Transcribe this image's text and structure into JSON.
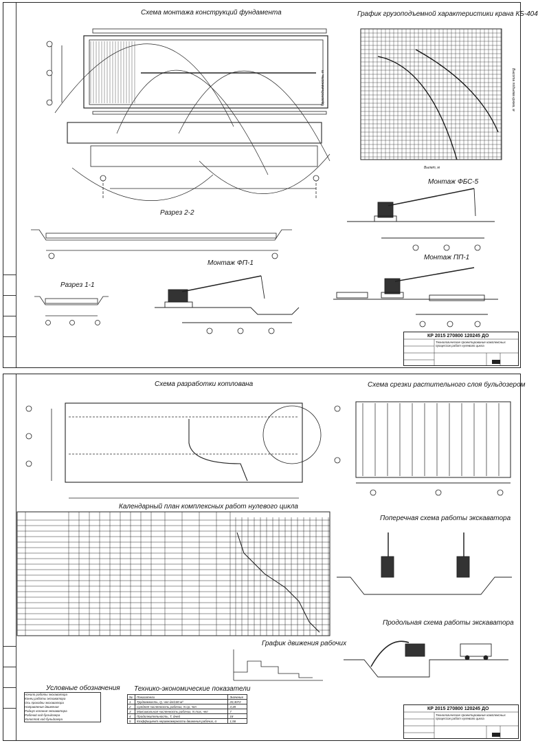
{
  "sheet1": {
    "titles": {
      "foundation_scheme": "Схема монтажа конструкций фундамента",
      "crane_chart": "График грузоподъемной характеристики крана КБ-404",
      "section_2_2": "Разрез 2-2",
      "mount_fp1": "Монтаж ФП-1",
      "section_1_1": "Разрез 1-1",
      "mount_fbs5": "Монтаж ФБС-5",
      "mount_pp1": "Монтаж ПП-1"
    },
    "crane_axes": {
      "x_label": "Вылет, м",
      "y_left_label": "Грузоподъемность, т",
      "y_right_label": "Высота подъема крюка, м"
    },
    "stamp": {
      "code": "КР 2015 270800 120245 ДО",
      "desc": "Технологическое проектирование комплексных процессов работ нулевого цикла"
    }
  },
  "sheet2": {
    "titles": {
      "pit_scheme": "Схема разработки котлована",
      "bulldozer_scheme": "Схема срезки растительного слоя бульдозером",
      "calendar_plan": "Календарный план комплексных работ нулевого цикла",
      "excavator_cross": "Поперечная схема работы экскаватора",
      "excavator_long": "Продольная схема работы экскаватора",
      "workers_chart": "График движения рабочих",
      "legend": "Условные обозначения",
      "tep": "Технико-экономические показатели"
    },
    "legend_items": [
      "Начало работы экскаватора",
      "Конец работы экскаватора",
      "Ось проходки экскаватора",
      "Направление движения",
      "Радиус копания экскаватора",
      "Рабочий ход бульдозера",
      "Холостой ход бульдозера"
    ],
    "tep": {
      "headers": [
        "№",
        "Показатели",
        "Значение"
      ],
      "rows": [
        [
          "1",
          "Трудоемкость, Q, чел-дн/100 м³",
          "20,3072"
        ],
        [
          "2",
          "Средняя численность рабочих, N ср, чел",
          "4,48"
        ],
        [
          "3",
          "Максимальная численность рабочих, N max, чел",
          "7"
        ],
        [
          "4",
          "Продолжительность, Т, дней",
          "18"
        ],
        [
          "5",
          "Коэффициент неравномерности движения рабочих, α",
          "1,56"
        ]
      ]
    },
    "stamp": {
      "code": "КР 2015 270800 120245 ДО",
      "desc": "Технологическое проектирование комплексных процессов работ нулевого цикла"
    }
  }
}
